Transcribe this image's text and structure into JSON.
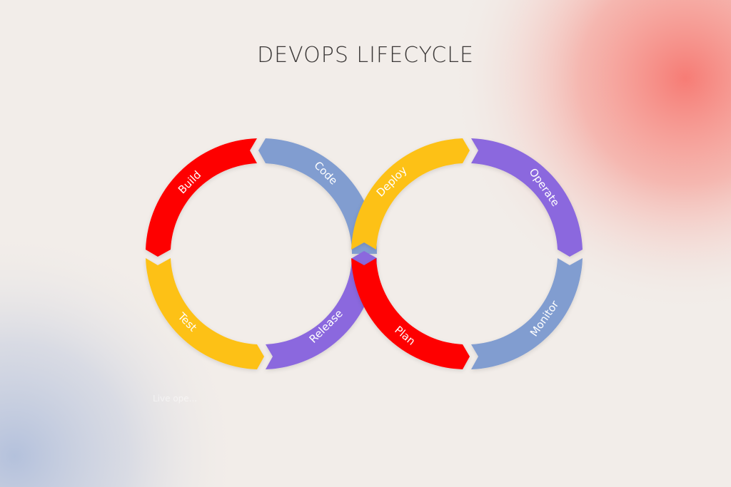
{
  "title": "DEVOPS LIFECYCLE",
  "watermark": "Live ope...",
  "colors": {
    "background": "#f2ede9",
    "red": "#fe0000",
    "blue": "#819dd0",
    "yellow": "#fdc117",
    "purple": "#8b68de",
    "title": "#3a3736",
    "glow_red": "#f7827c",
    "glow_blue": "#b8c4dc"
  },
  "diagram": {
    "type": "infinity-loop",
    "left_ring": {
      "segments": [
        {
          "label": "Code",
          "color": "#819dd0"
        },
        {
          "label": "Build",
          "color": "#fe0000"
        },
        {
          "label": "Test",
          "color": "#fdc117"
        },
        {
          "label": "Release",
          "color": "#8b68de"
        }
      ]
    },
    "right_ring": {
      "segments": [
        {
          "label": "Deploy",
          "color": "#fdc117"
        },
        {
          "label": "Operate",
          "color": "#8b68de"
        },
        {
          "label": "Monitor",
          "color": "#819dd0"
        },
        {
          "label": "Plan",
          "color": "#fe0000"
        }
      ]
    }
  }
}
